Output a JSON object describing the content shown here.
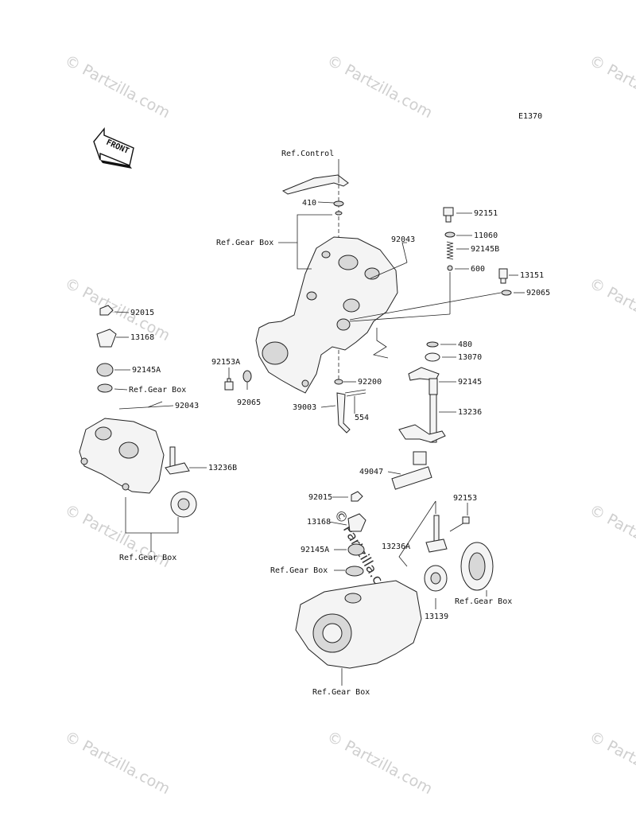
{
  "diagram_code": "E1370",
  "front_label": "FRONT",
  "watermark": "© Partzilla.com",
  "colors": {
    "line": "#222222",
    "part_fill": "#f4f4f4",
    "watermark": "#cfcfcf"
  },
  "labels": {
    "ref_control": "Ref.Control",
    "p410": "410",
    "ref_gear_box_1": "Ref.Gear Box",
    "p92043_a": "92043",
    "p92151": "92151",
    "p11060": "11060",
    "p92145B": "92145B",
    "p600": "600",
    "p13151": "13151",
    "p92065_a": "92065",
    "p480": "480",
    "p13070": "13070",
    "p92145": "92145",
    "p13236": "13236",
    "p49047": "49047",
    "p92200": "92200",
    "p39003": "39003",
    "p554": "554",
    "p92153A": "92153A",
    "p92065_b": "92065",
    "p92015_a": "92015",
    "p13168_a": "13168",
    "p92145A_a": "92145A",
    "ref_gear_box_2": "Ref.Gear Box",
    "p92043_b": "92043",
    "p13236B": "13236B",
    "ref_gear_box_3": "Ref.Gear Box",
    "p92015_b": "92015",
    "p13168_b": "13168",
    "p92145A_b": "92145A",
    "ref_gear_box_4": "Ref.Gear Box",
    "p92153": "92153",
    "p13236A": "13236A",
    "p13139": "13139",
    "ref_gear_box_5": "Ref.Gear Box",
    "ref_gear_box_6": "Ref.Gear Box"
  }
}
